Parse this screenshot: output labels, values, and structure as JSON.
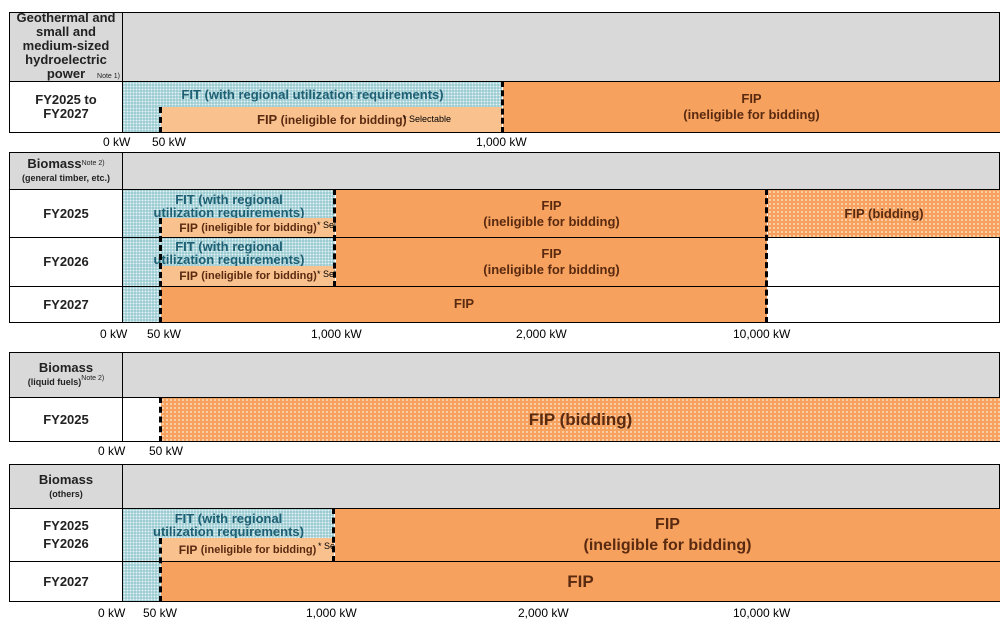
{
  "section1": {
    "title": "Geothermal and small and medium-sized hydroelectric power",
    "note": "Note 1)",
    "row1": {
      "label": "FY2025 to FY2027",
      "fit": "FIT (with regional utilization requirements)",
      "fip_light": "FIP",
      "fip_light_sub": "(ineligible for bidding)",
      "selectable": "* Selectable",
      "fip_line1": "FIP",
      "fip_line2": "(ineligible for bidding)"
    },
    "ticks": [
      "0 kW",
      "50 kW",
      "1,000 kW"
    ]
  },
  "section2": {
    "title": "Biomass",
    "note": "Note 2)",
    "subtitle": "(general timber, etc.)",
    "row1": {
      "label": "FY2025",
      "fit_line1": "FIT (with regional",
      "fit_line2": "utilization requirements)",
      "fip_light": "FIP",
      "fip_light_sub": "(ineligible for bidding)",
      "selectable": "* Selectable",
      "fip_line1": "FIP",
      "fip_line2": "(ineligible for bidding)",
      "bid": "FIP (bidding)"
    },
    "row2": {
      "label": "FY2026",
      "fit_line1": "FIT (with regional",
      "fit_line2": "utilization requirements)",
      "fip_light": "FIP",
      "fip_light_sub": "(ineligible for bidding)",
      "selectable": "* Selectable",
      "fip_line1": "FIP",
      "fip_line2": "(ineligible for bidding)"
    },
    "row3": {
      "label": "FY2027",
      "fip": "FIP"
    },
    "ticks": [
      "0 kW",
      "50 kW",
      "1,000 kW",
      "2,000 kW",
      "10,000 kW"
    ]
  },
  "section3": {
    "title": "Biomass",
    "subtitle": "(liquid fuels)",
    "note": "Note 2)",
    "row1": {
      "label": "FY2025",
      "bid": "FIP (bidding)"
    },
    "ticks": [
      "0 kW",
      "50 kW"
    ]
  },
  "section4": {
    "title": "Biomass",
    "subtitle": "(others)",
    "row1": {
      "label_line1": "FY2025",
      "label_line2": "FY2026",
      "fit_line1": "FIT (with regional",
      "fit_line2": "utilization requirements)",
      "fip_light": "FIP",
      "fip_light_sub": "(ineligible for bidding)",
      "selectable": "* Selectable",
      "fip_line1": "FIP",
      "fip_line2": "(ineligible for bidding)"
    },
    "row2": {
      "label": "FY2027",
      "fip": "FIP"
    },
    "ticks": [
      "0 kW",
      "50 kW",
      "1,000 kW",
      "2,000 kW",
      "10,000 kW"
    ]
  },
  "colors": {
    "fit": "#8fc5cc",
    "fip": "#f6a15e",
    "fip_light": "#f9c18e",
    "header": "#d9d9d9",
    "fit_text": "#1e5f73",
    "fip_text": "#5a2a10"
  }
}
